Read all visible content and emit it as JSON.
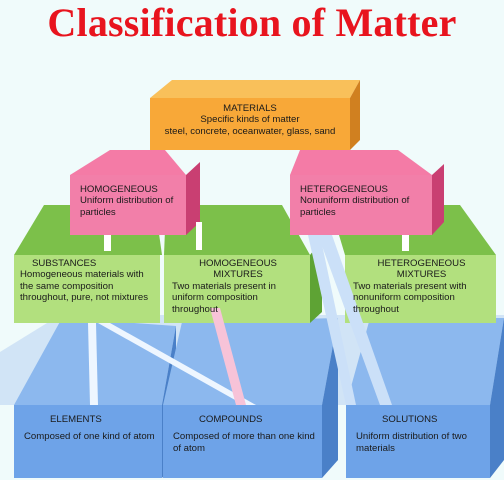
{
  "title": "Classification of Matter",
  "colors": {
    "materials": "#f5a623",
    "classes": "#ee4a7f",
    "middle": "#a6d871",
    "bottom": "#6ba0e6"
  },
  "nodes": {
    "materials": {
      "label": "MATERIALS",
      "desc": "Specific kinds of matter\nsteel, concrete, oceanwater, glass, sand"
    },
    "homogeneous": {
      "label": "HOMOGENEOUS",
      "desc": "Uniform distribution of particles"
    },
    "heterogeneous": {
      "label": "HETEROGENEOUS",
      "desc": "Nonuniform distribution of particles"
    },
    "substances": {
      "label": "SUBSTANCES",
      "desc": "Homogeneous materials with the same composition throughout, pure, not mixtures"
    },
    "homogeneous_mixtures": {
      "label": "HOMOGENEOUS\nMIXTURES",
      "desc": "Two materials present in uniform composition throughout"
    },
    "heterogeneous_mixtures": {
      "label": "HETEROGENEOUS\nMIXTURES",
      "desc": "Two materials present with nonuniform composition throughout"
    },
    "elements": {
      "label": "ELEMENTS",
      "desc": "Composed of one kind of atom"
    },
    "compounds": {
      "label": "COMPOUNDS",
      "desc": "Composed of more than one kind of atom"
    },
    "solutions": {
      "label": "SOLUTIONS",
      "desc": "Uniform distribution of two materials"
    }
  }
}
